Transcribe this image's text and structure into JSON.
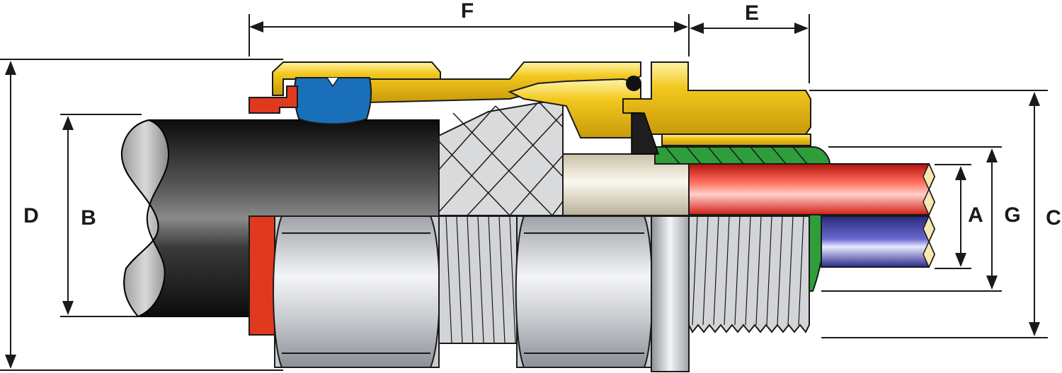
{
  "diagram": {
    "labels": {
      "F": "F",
      "E": "E",
      "D": "D",
      "B": "B",
      "A": "A",
      "G": "G",
      "C": "C"
    },
    "components": [
      "outer-sheath",
      "armour-braid",
      "inner-sheath",
      "conductor-red",
      "conductor-blue",
      "entry-seal",
      "brass-body",
      "outer-seal",
      "o-ring",
      "cone-clamp",
      "lock-nut",
      "entry-thread",
      "body-hex",
      "red-shroud",
      "inner-seal"
    ],
    "colors": {
      "brass": "#f2c81e",
      "seal_blue": "#1a6fba",
      "seal_red": "#e03a1e",
      "seal_green": "#2f9e3a",
      "cable_black": "#1e1e1e",
      "conductor_red": "#e8281e",
      "conductor_blue": "#3a3a9a",
      "metal_grey": "#c8cbd0"
    }
  }
}
